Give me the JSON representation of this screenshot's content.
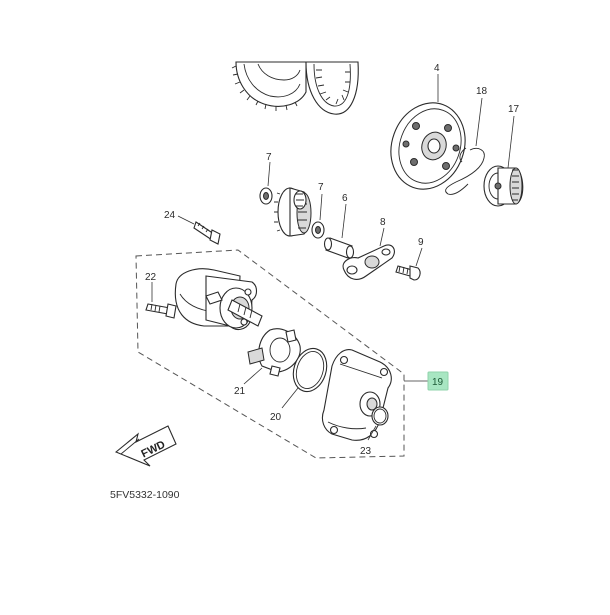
{
  "callouts": [
    {
      "id": "c4",
      "text": "4"
    },
    {
      "id": "c18",
      "text": "18"
    },
    {
      "id": "c17",
      "text": "17"
    },
    {
      "id": "c7a",
      "text": "7"
    },
    {
      "id": "c7b",
      "text": "7"
    },
    {
      "id": "c6",
      "text": "6"
    },
    {
      "id": "c24",
      "text": "24"
    },
    {
      "id": "c8",
      "text": "8"
    },
    {
      "id": "c9",
      "text": "9"
    },
    {
      "id": "c22",
      "text": "22"
    },
    {
      "id": "c21",
      "text": "21"
    },
    {
      "id": "c20",
      "text": "20"
    },
    {
      "id": "c23",
      "text": "23"
    }
  ],
  "highlight_callout": {
    "text": "19",
    "color": "#a8e6c2"
  },
  "direction_arrow": {
    "text": "FWD"
  },
  "diagram_code": "5FV5332-1090"
}
